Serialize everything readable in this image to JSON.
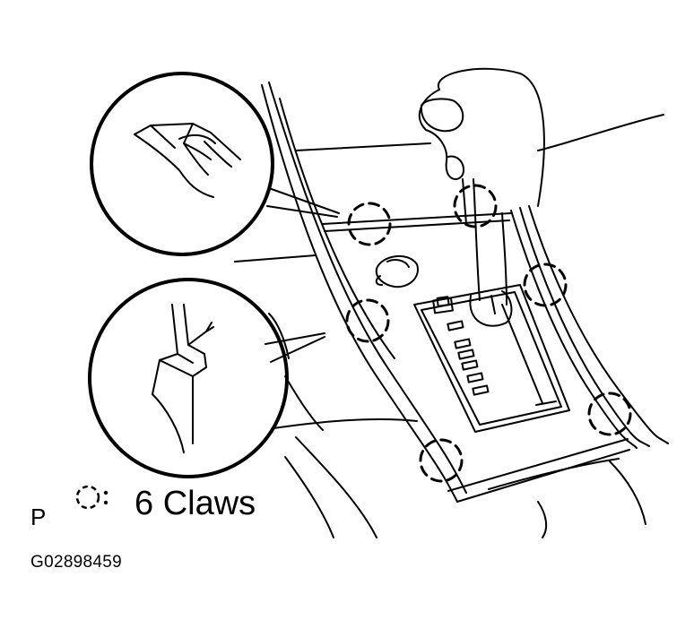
{
  "figure": {
    "view_label": "P",
    "legend": {
      "icon": "dashed-circle-icon",
      "text": "6 Claws"
    },
    "figure_code": "G02898459"
  },
  "colors": {
    "line": "#000000",
    "background": "#ffffff"
  }
}
